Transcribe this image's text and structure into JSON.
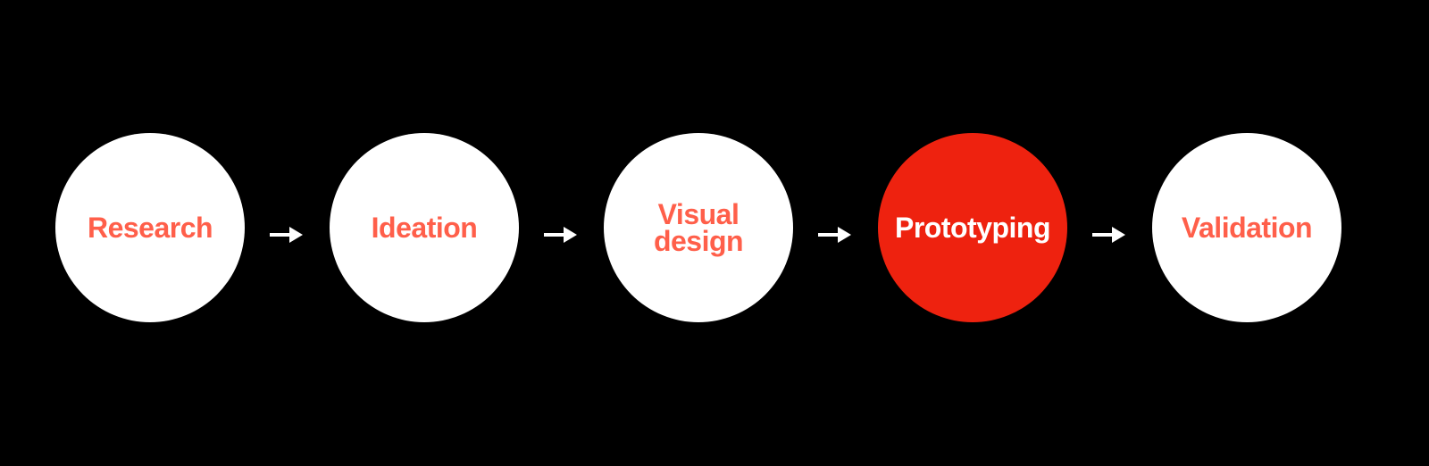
{
  "steps": [
    {
      "label": "Research",
      "active": false
    },
    {
      "label": "Ideation",
      "active": false
    },
    {
      "label": "Visual design",
      "active": false
    },
    {
      "label": "Prototyping",
      "active": true
    },
    {
      "label": "Validation",
      "active": false
    }
  ],
  "colors": {
    "background": "#000000",
    "circle": "#ffffff",
    "active_circle": "#ee220f",
    "text": "#ff5f4a",
    "active_text": "#ffffff",
    "arrow": "#ffffff"
  }
}
